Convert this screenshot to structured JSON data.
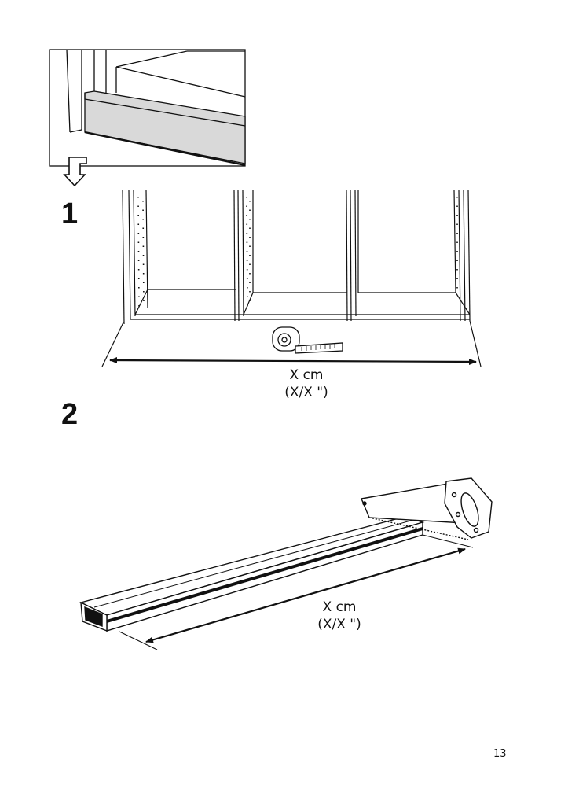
{
  "steps": [
    {
      "number": "1",
      "measure_cm": "X cm",
      "measure_in": "(X/X  \")"
    },
    {
      "number": "2",
      "measure_cm": "X cm",
      "measure_in": "(X/X  \")"
    }
  ],
  "page_number": "13",
  "illustrations": [
    {
      "id": "detail-plinth-inset",
      "icon": "plinth-detail-icon"
    },
    {
      "id": "cabinet-frames-with-tape-measure",
      "icon": "tape-measure-icon"
    },
    {
      "id": "plinth-board-with-saw",
      "icon": "saw-icon"
    }
  ]
}
